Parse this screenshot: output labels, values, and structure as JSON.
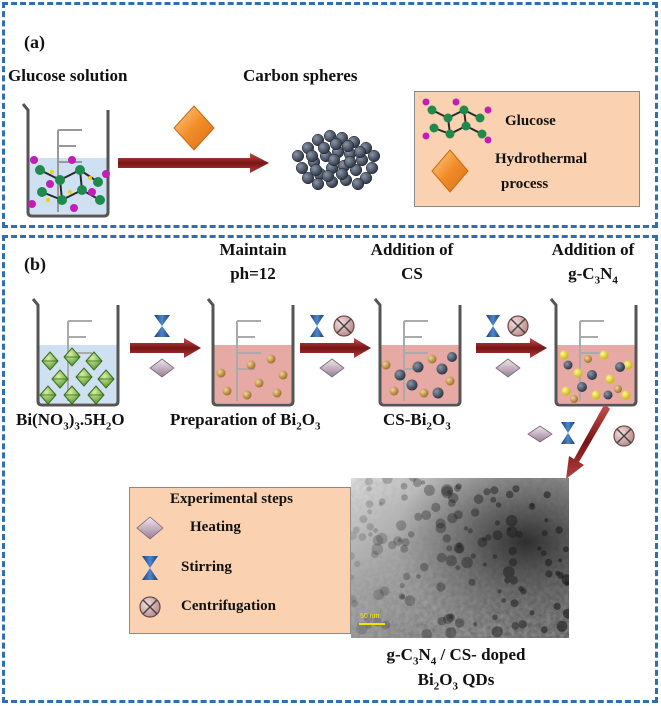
{
  "panel_a": {
    "label": "(a)",
    "glucose_solution": "Glucose solution",
    "carbon_spheres": "Carbon spheres",
    "legend": {
      "glucose": "Glucose",
      "hydrothermal_line1": "Hydrothermal",
      "hydrothermal_line2": "process"
    }
  },
  "panel_b": {
    "label": "(b)",
    "step2_line1": "Maintain",
    "step2_line2": "ph=12",
    "step3_line1": "Addition of",
    "step3_line2": "CS",
    "step4_line1": "Addition of",
    "step4_line2_prefix": "g-C",
    "step4_sub1": "3",
    "step4_mid": "N",
    "step4_sub2": "4",
    "beaker1_label": {
      "a": "Bi(NO",
      "b": "3",
      "c": ")",
      "d": "3",
      "e": ".5H",
      "f": "2",
      "g": "O"
    },
    "beaker2_label": {
      "a": "Preparation of Bi",
      "b": "2",
      "c": "O",
      "d": "3"
    },
    "beaker3_label": {
      "a": "CS-Bi",
      "b": "2",
      "c": "O",
      "d": "3"
    },
    "legend": {
      "title": "Experimental steps",
      "heating": "Heating",
      "stirring": "Stirring",
      "centrifugation": "Centrifugation"
    },
    "scale_bar": "50 nm",
    "caption": {
      "l1a": "g-C",
      "l1b": "3",
      "l1c": "N",
      "l1d": "4",
      "l1e": " / CS- doped",
      "l2a": "Bi",
      "l2b": "2",
      "l2c": "O",
      "l2d": "3",
      "l2e": " QDs"
    }
  },
  "colors": {
    "border": "#2f6db5",
    "arrow": "#8b1a1a",
    "legend_bg": "#fbd2b1",
    "solution_blue": "#cfe0f3",
    "solution_pink": "#e7a9a3",
    "diamond_orange": "#f28c28",
    "octahedron_green": "#7fc241"
  }
}
